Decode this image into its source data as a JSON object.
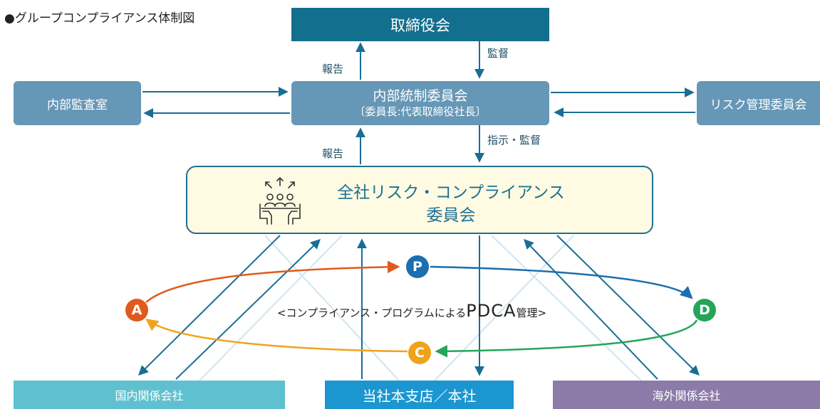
{
  "title": "●グループコンプライアンス体制図",
  "boxes": {
    "board": "取締役会",
    "audit": "内部監査室",
    "control_line1": "内部統制委員会",
    "control_line2": "〔委員長:代表取締役社長〕",
    "risk": "リスク管理委員会",
    "committee_line1": "全社リスク・コンプライアンス",
    "committee_line2": "委員会",
    "domestic": "国内関係会社",
    "hq": "当社本支店／本社",
    "overseas": "海外関係会社"
  },
  "labels": {
    "report_top": "報告",
    "supervise_top": "監督",
    "report_mid": "報告",
    "direct_supervise": "指示・監督"
  },
  "pdca": {
    "p": "P",
    "d": "D",
    "c": "C",
    "a": "A",
    "caption_prefix": "<コンプライアンス・プログラムによる",
    "caption_main": "PDCA",
    "caption_suffix": "管理>"
  },
  "colors": {
    "board": "#136f8e",
    "committee_boxes": "#6697b6",
    "committee_border": "#1e6f92",
    "committee_fill": "#fefbe2",
    "domestic": "#5fc1cf",
    "hq": "#1b96d0",
    "overseas": "#8c7ba8",
    "p": "#1a6fae",
    "d": "#23a55a",
    "c": "#f0a31a",
    "a": "#e05a1b"
  },
  "icons": {
    "committee": "meeting-people-icon"
  }
}
